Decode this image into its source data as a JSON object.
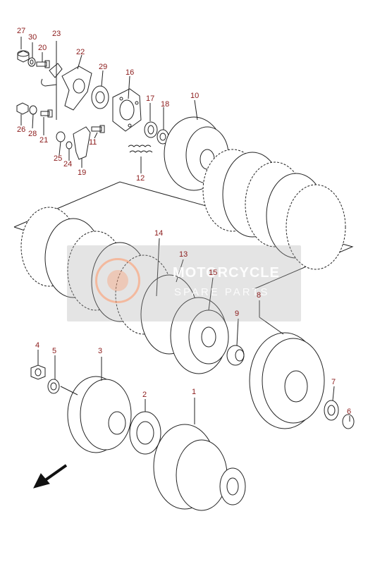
{
  "diagram": {
    "callouts": [
      {
        "id": "c27",
        "text": "27"
      },
      {
        "id": "c30",
        "text": "30"
      },
      {
        "id": "c20",
        "text": "20"
      },
      {
        "id": "c23",
        "text": "23"
      },
      {
        "id": "c22",
        "text": "22"
      },
      {
        "id": "c29",
        "text": "29"
      },
      {
        "id": "c16",
        "text": "16"
      },
      {
        "id": "c10",
        "text": "10"
      },
      {
        "id": "c17",
        "text": "17"
      },
      {
        "id": "c18",
        "text": "18"
      },
      {
        "id": "c26",
        "text": "26"
      },
      {
        "id": "c28",
        "text": "28"
      },
      {
        "id": "c21",
        "text": "21"
      },
      {
        "id": "c11",
        "text": "11"
      },
      {
        "id": "c25",
        "text": "25"
      },
      {
        "id": "c24",
        "text": "24"
      },
      {
        "id": "c19",
        "text": "19"
      },
      {
        "id": "c12",
        "text": "12"
      },
      {
        "id": "c14",
        "text": "14"
      },
      {
        "id": "c13",
        "text": "13"
      },
      {
        "id": "c15",
        "text": "15"
      },
      {
        "id": "c9",
        "text": "9"
      },
      {
        "id": "c8",
        "text": "8"
      },
      {
        "id": "c4",
        "text": "4"
      },
      {
        "id": "c5",
        "text": "5"
      },
      {
        "id": "c3",
        "text": "3"
      },
      {
        "id": "c2",
        "text": "2"
      },
      {
        "id": "c1",
        "text": "1"
      },
      {
        "id": "c7",
        "text": "7"
      },
      {
        "id": "c6",
        "text": "6"
      }
    ],
    "label_color": "#8b1a1a",
    "line_color": "#222222"
  },
  "watermark": {
    "title": "MOTORCYCLE",
    "subtitle": "SPARE PARTS",
    "accent": "#ff9664"
  }
}
